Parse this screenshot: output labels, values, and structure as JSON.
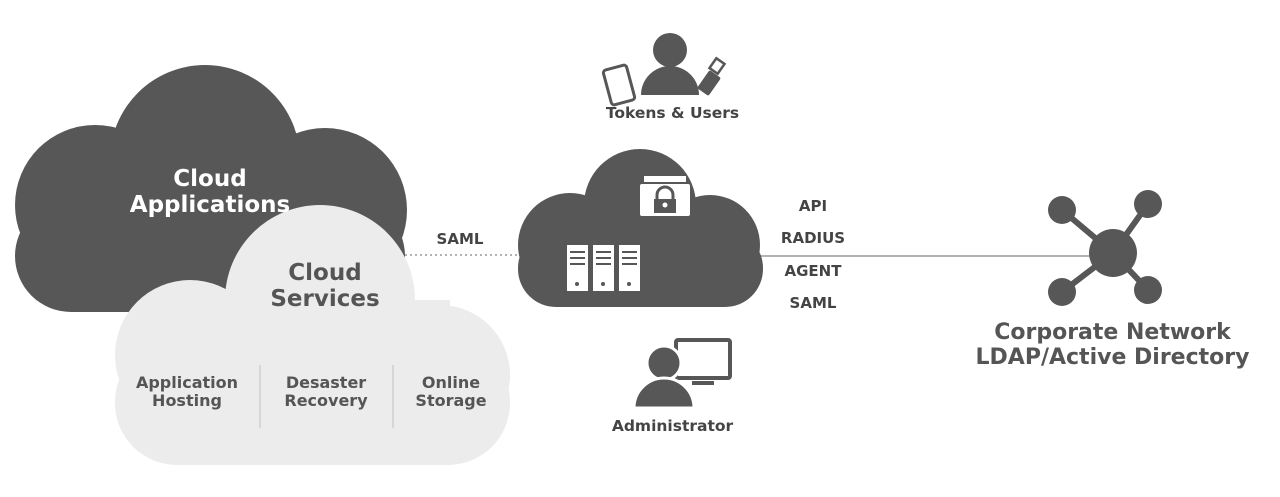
{
  "cloud_applications": {
    "title_line1": "Cloud",
    "title_line2": "Applications"
  },
  "cloud_services": {
    "title_line1": "Cloud",
    "title_line2": "Services",
    "items": [
      {
        "line1": "Application",
        "line2": "Hosting"
      },
      {
        "line1": "Desaster",
        "line2": "Recovery"
      },
      {
        "line1": "Online",
        "line2": "Storage"
      }
    ]
  },
  "connector_saml": "SAML",
  "tokens_users": "Tokens & Users",
  "administrator": "Administrator",
  "protocols": [
    "API",
    "RADIUS",
    "AGENT",
    "SAML"
  ],
  "corporate_network": {
    "line1": "Corporate Network",
    "line2": "LDAP/Active Directory"
  },
  "colors": {
    "dark_cloud": "#575757",
    "light_cloud": "#ececec",
    "line": "#9a9a9a",
    "text_dark": "#444444"
  }
}
